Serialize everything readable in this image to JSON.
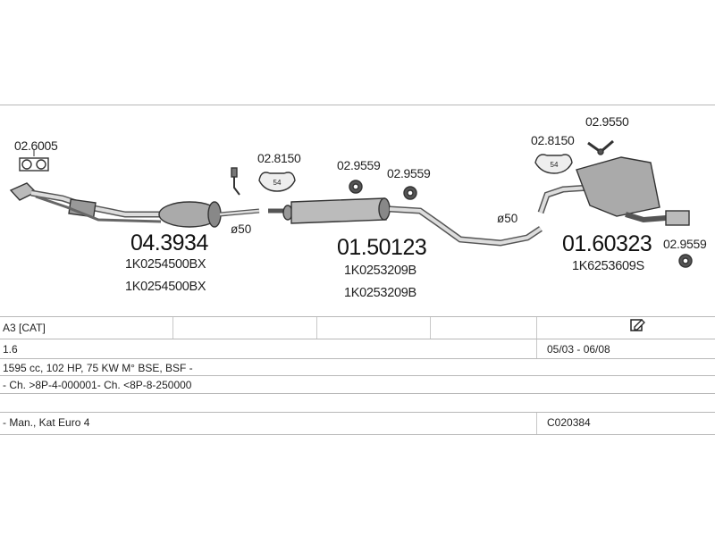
{
  "diagram": {
    "parts": {
      "gasket_front": "02.6005",
      "front_pipe": "04.3934",
      "front_pipe_oem1": "1K0254500BX",
      "front_pipe_oem2": "1K0254500BX",
      "diameter_front": "ø50",
      "clamp_1": "02.8150",
      "clamp_1_size": "54",
      "middle_silencer": "01.50123",
      "middle_oem1": "1K0253209B",
      "middle_oem2": "1K0253209B",
      "rubber_1": "02.9559",
      "rubber_2": "02.9559",
      "diameter_mid": "ø50",
      "clamp_2": "02.8150",
      "clamp_2_size": "54",
      "hanger": "02.9550",
      "rear_silencer": "01.60323",
      "rear_oem": "1K6253609S",
      "rubber_3": "02.9559"
    }
  },
  "table": {
    "model": "A3  [CAT]",
    "engine": "1.6",
    "years": "05/03 - 06/08",
    "spec": "1595 cc, 102 HP, 75 KW M° BSE, BSF -",
    "chassis": "- Ch. >8P-4-000001- Ch. <8P-8-250000",
    "gearbox": "- Man., Kat Euro 4",
    "code": "C020384"
  },
  "colors": {
    "line": "#b8b8b8",
    "drawing": "#333333"
  },
  "icons": {
    "edit": "edit-icon"
  }
}
